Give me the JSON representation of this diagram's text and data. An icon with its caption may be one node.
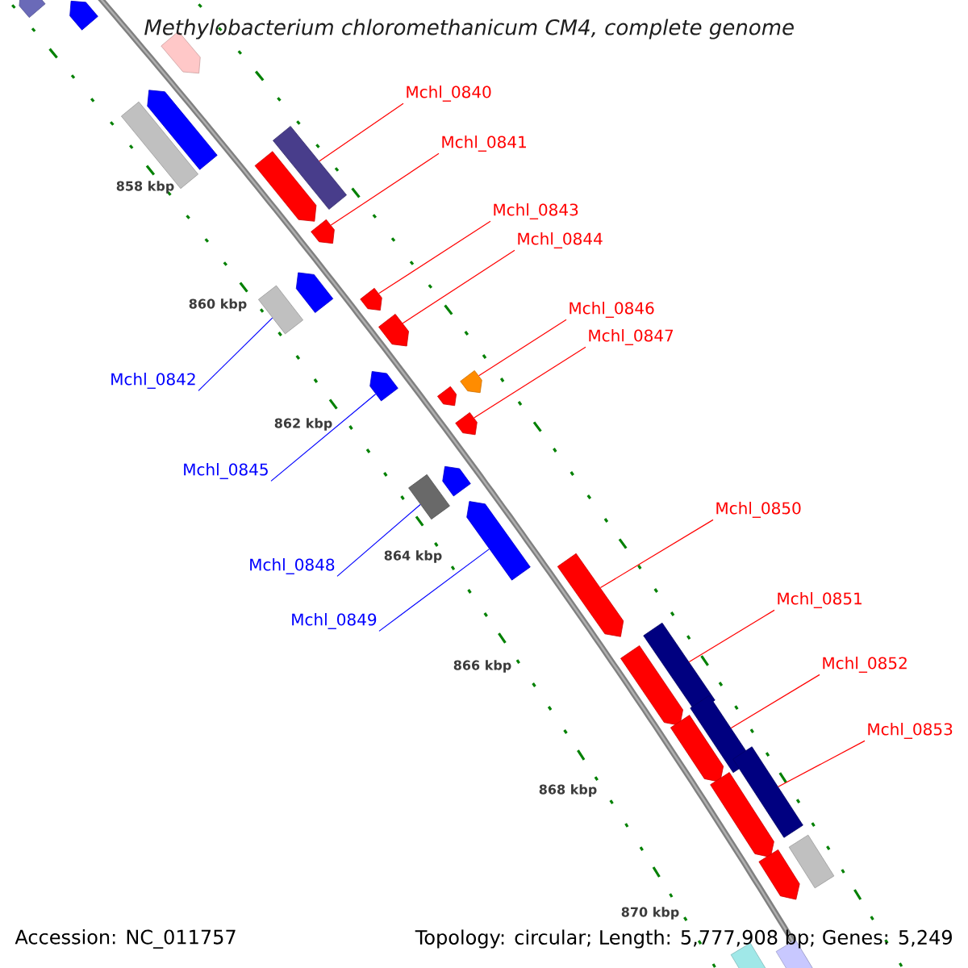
{
  "diagram": {
    "title": "Methylobacterium chloromethanicum CM4, complete genome",
    "nodes": [
      {
        "text": [
          "Mchl_0840"
        ]
      },
      {
        "text": [],
        "shape": "box"
      },
      {
        "text": [
          "Mchl_0841"
        ]
      },
      {
        "text": [],
        "shape": "pentagon"
      },
      {
        "text": [
          "Mchl_0843"
        ]
      },
      {
        "text": [],
        "shape": "pentagon"
      },
      {
        "text": [
          "Mchl_0844"
        ]
      },
      {
        "text": [],
        "shape": "pentagon"
      },
      {
        "text": [
          "Mchl_0846"
        ]
      },
      {
        "text": [],
        "shape": "pentagon"
      },
      {
        "text": [
          "Mchl_0847"
        ]
      },
      {
        "text": [],
        "shape": "pentagon"
      },
      {
        "text": [
          "Mchl_0842"
        ]
      },
      {
        "text": [],
        "shape": "box"
      },
      {
        "text": [
          "Mchl_0845"
        ]
      },
      {
        "text": [],
        "shape": "pentagon"
      },
      {
        "text": [
          "Mchl_0850"
        ]
      },
      {
        "text": [],
        "shape": "pentagon"
      },
      {
        "text": [
          "Mchl_0848"
        ]
      },
      {
        "text": [],
        "shape": "box"
      },
      {
        "text": [
          "Mchl_0851"
        ]
      },
      {
        "text": [],
        "shape": "box"
      },
      {
        "text": [
          "Mchl_0849"
        ]
      },
      {
        "text": [],
        "shape": "pentagon"
      },
      {
        "text": [
          "Mchl_0852"
        ]
      },
      {
        "text": [],
        "shape": "box"
      },
      {
        "text": [
          "Mchl_0853"
        ]
      },
      {
        "text": [],
        "shape": "box"
      },
      {
        "text": [],
        "shape": "pentagon"
      },
      {
        "text": [],
        "shape": "pentagon"
      },
      {
        "text": [],
        "shape": "pentagon"
      },
      {
        "text": [],
        "shape": "box"
      },
      {
        "text": [],
        "shape": "pentagon"
      },
      {
        "text": [],
        "shape": "pentagon"
      },
      {
        "text": [],
        "shape": "pentagon"
      },
      {
        "text": [],
        "shape": "pentagon"
      },
      {
        "text": [],
        "shape": "pentagon"
      },
      {
        "text": [],
        "shape": "pentagon"
      },
      {
        "text": [],
        "shape": "pentagon"
      },
      {
        "text": [],
        "shape": "pentagon"
      },
      {
        "text": [],
        "shape": "pentagon"
      },
      {
        "text": [],
        "shape": "box"
      },
      {
        "text": [],
        "shape": "pentagon"
      },
      {
        "text": [],
        "shape": "pentagon"
      }
    ],
    "edges": [
      {
        "from": 0,
        "to": 1,
        "arrow": "none"
      },
      {
        "from": 2,
        "to": 3,
        "arrow": "none"
      },
      {
        "from": 4,
        "to": 5,
        "arrow": "none"
      },
      {
        "from": 6,
        "to": 7,
        "arrow": "none"
      },
      {
        "from": 8,
        "to": 9,
        "arrow": "none"
      },
      {
        "from": 10,
        "to": 11,
        "arrow": "none"
      },
      {
        "from": 12,
        "to": 13,
        "arrow": "none",
        "color": "#0000ff"
      },
      {
        "from": 14,
        "to": 15,
        "arrow": "none",
        "color": "#0000ff"
      },
      {
        "from": 16,
        "to": 17,
        "arrow": "none"
      },
      {
        "from": 18,
        "to": 19,
        "arrow": "none",
        "color": "#0000ff"
      },
      {
        "from": 20,
        "to": 21,
        "arrow": "none"
      },
      {
        "from": 22,
        "to": 23,
        "arrow": "none",
        "color": "#0000ff"
      },
      {
        "from": 24,
        "to": 25,
        "arrow": "none"
      },
      {
        "from": 26,
        "to": 27,
        "arrow": "none"
      }
    ],
    "labels": [
      "858 kbp",
      "860 kbp",
      "862 kbp",
      "864 kbp",
      "866 kbp",
      "868 kbp",
      "870 kbp",
      "Accession: NC_011757",
      "Topology: circular; Length: 5,777,908 bp; Genes: 5,249"
    ]
  }
}
